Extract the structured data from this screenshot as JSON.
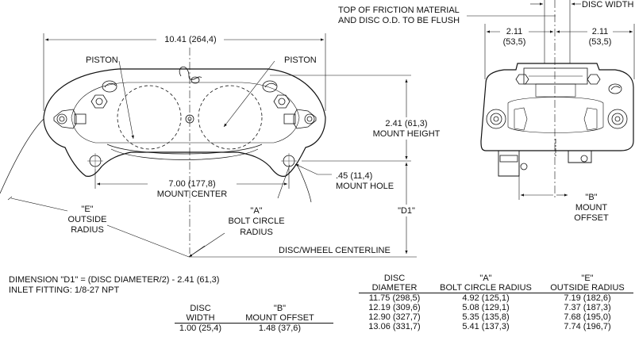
{
  "labels": {
    "overall_length": "10.41 (264,4)",
    "piston_left": "PISTON",
    "piston_right": "PISTON",
    "friction_note_line1": "TOP OF FRICTION MATERIAL",
    "friction_note_line2": "AND DISC O.D. TO BE FLUSH",
    "disc_width": "DISC WIDTH",
    "side_left_in": "2.11",
    "side_left_mm": "(53,5)",
    "side_right_in": "2.11",
    "side_right_mm": "(53,5)",
    "mount_height_value": "2.41 (61,3)",
    "mount_height_text": "MOUNT HEIGHT",
    "mount_center_value": "7.00 (177,8)",
    "mount_center_text": "MOUNT CENTER",
    "mount_hole_value": ".45 (11,4)",
    "mount_hole_text": "MOUNT HOLE",
    "e_quote": "\"E\"",
    "e_line1": "OUTSIDE",
    "e_line2": "RADIUS",
    "a_quote": "\"A\"",
    "a_line1": "BOLT CIRCLE",
    "a_line2": "RADIUS",
    "d1": "\"D1\"",
    "b_quote": "\"B\"",
    "b_line1": "MOUNT",
    "b_line2": "OFFSET",
    "centerline": "DISC/WHEEL CENTERLINE"
  },
  "notes": {
    "dimension_d1": "DIMENSION \"D1\" = (DISC DIAMETER/2) - 2.41 (61,3)",
    "inlet_fitting": "INLET FITTING: 1/8-27 NPT"
  },
  "offset_table": {
    "headers_top": [
      "DISC",
      "\"B\""
    ],
    "headers_bottom": [
      "WIDTH",
      "MOUNT OFFSET"
    ],
    "rows": [
      [
        "1.00  (25,4)",
        "1.48  (37,6)"
      ]
    ]
  },
  "disc_table": {
    "headers_top": [
      "DISC",
      "\"A\"",
      "\"E\""
    ],
    "headers_bottom": [
      "DIAMETER",
      "BOLT CIRCLE RADIUS",
      "OUTSIDE RADIUS"
    ],
    "rows": [
      [
        "11.75  (298,5)",
        "4.92  (125,1)",
        "7.19  (182,6)"
      ],
      [
        "12.19  (309,6)",
        "5.08  (129,1)",
        "7.37  (187,3)"
      ],
      [
        "12.90  (327,7)",
        "5.35  (135,8)",
        "7.68  (195,0)"
      ],
      [
        "13.06  (331,7)",
        "5.41  (137,3)",
        "7.74  (196,7)"
      ]
    ]
  }
}
